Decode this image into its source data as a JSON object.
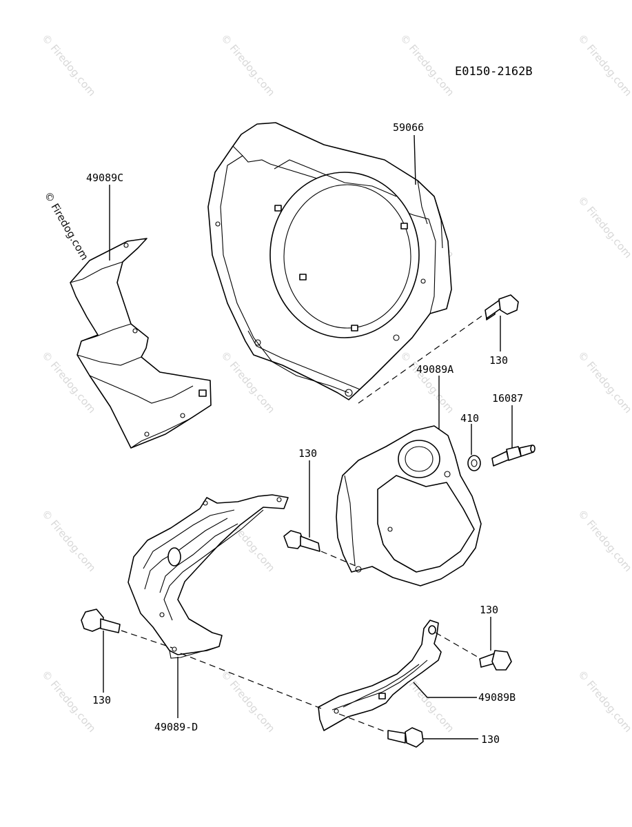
{
  "diagram": {
    "code": "E0150-2162B",
    "watermark": "© Firedog.com",
    "labels": {
      "housing": "59066",
      "cover_c": "49089C",
      "cover_a": "49089A",
      "cover_b": "49089B",
      "cover_d": "49089-D",
      "fitting": "16087",
      "washer": "410",
      "bolt": "130"
    }
  }
}
